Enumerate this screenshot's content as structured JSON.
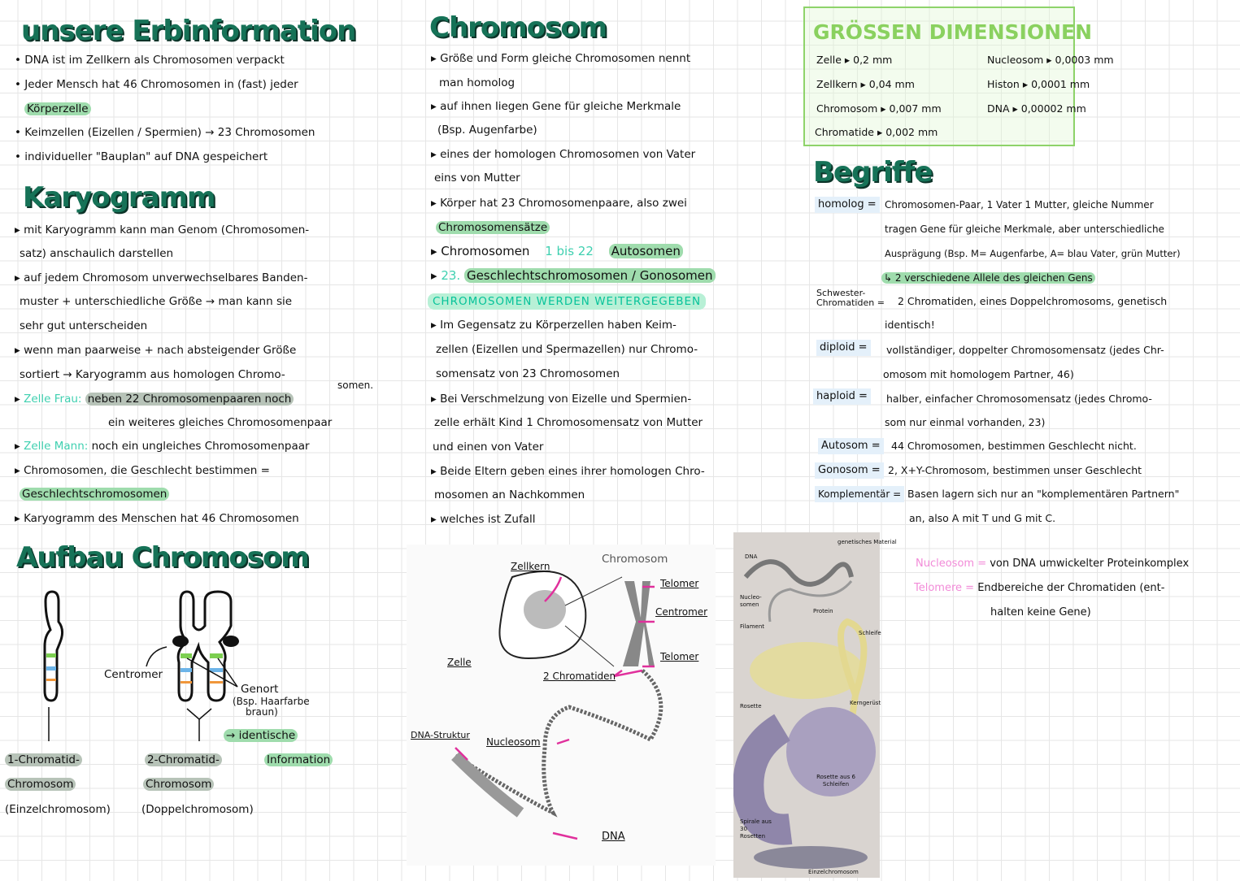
{
  "section1": {
    "title": "unsere Erbinformation",
    "lines": [
      "• DNA ist im Zellkern als Chromosomen verpackt",
      "• Jeder Mensch hat 46 Chromosomen in (fast) jeder",
      "Körperzelle",
      "• Keimzellen (Eizellen / Spermien) → 23 Chromosomen",
      "• individueller \"Bauplan\" auf DNA gespeichert"
    ]
  },
  "section2": {
    "title": "Karyogramm",
    "lines": [
      "▸ mit Karyogramm kann man Genom (Chromosomen-",
      "satz) anschaulich darstellen",
      "▸ auf jedem Chromosom unverwechselbares Banden-",
      "muster + unterschiedliche Größe → man kann sie",
      "sehr gut unterscheiden",
      "▸ wenn man paarweise + nach absteigender Größe",
      "sortiert → Karyogramm aus homologen Chromo-",
      "somen.",
      "▸ ",
      "Zelle Frau:",
      "neben 22 Chromosomenpaaren noch",
      "ein weiteres gleiches Chromosomenpaar",
      "▸ ",
      "Zelle Mann:",
      "noch ein ungleiches Chromosomenpaar",
      "▸ Chromosomen, die Geschlecht bestimmen =",
      "Geschlechtschromosomen",
      "▸ Karyogramm des Menschen hat 46 Chromosomen"
    ]
  },
  "section3": {
    "title": "Aufbau Chromosom",
    "labels": {
      "centromer": "Centromer",
      "genort": "Genort",
      "genort_example_1": "(Bsp. Haarfarbe",
      "genort_example_2": "braun)",
      "identical_1": "→ identische",
      "identical_2": "Information",
      "single_1": "1-Chromatid-",
      "single_2": "Chromosom",
      "single_3": "(Einzelchromosom)",
      "double_1": "2-Chromatid-",
      "double_2": "Chromosom",
      "double_3": "(Doppelchromosom)"
    },
    "band_colors": [
      "#7ccf50",
      "#6cb4e8",
      "#f0963a"
    ]
  },
  "section4": {
    "title": "Chromosom",
    "lines": [
      "▸ Größe und Form gleiche Chromosomen nennt",
      "man homolog",
      "▸ auf ihnen liegen Gene für gleiche Merkmale",
      "(Bsp. Augenfarbe)",
      "▸ eines der homologen Chromosomen von Vater",
      "eins von Mutter",
      "▸ Körper hat 23 Chromosomenpaare, also zwei",
      "Chromosomensätze",
      "▸ Chromosomen",
      "1 bis 22",
      "Autosomen",
      "▸ ",
      "23.",
      "Geschlechtschromosomen / Gonosomen"
    ],
    "subheading": "CHROMOSOMEN WERDEN WEITERGEGEBEN",
    "lines2": [
      "▸ Im Gegensatz zu Körperzellen haben Keim-",
      "zellen (Eizellen und Spermazellen) nur Chromo-",
      "somensatz von 23 Chromosomen",
      "▸ Bei Verschmelzung von Eizelle und Spermien-",
      "zelle erhält Kind 1 Chromosomensatz von Mutter",
      "und einen von Vater",
      "▸ Beide Eltern geben eines ihrer homologen Chro-",
      "mosomen an Nachkommen",
      "▸ welches ist Zufall"
    ]
  },
  "diagram1": {
    "title": "Chromosom",
    "labels": [
      "Zellkern",
      "Telomer",
      "Centromer",
      "Telomer",
      "Zelle",
      "2 Chromatiden",
      "DNA-Struktur",
      "Nucleosom",
      "DNA"
    ]
  },
  "sizes": {
    "title": "GRÖSSEN DIMENSIONEN",
    "items": [
      "Zelle ▸ 0,2 mm",
      "Zellkern ▸ 0,04 mm",
      "Chromosom ▸ 0,007 mm",
      "Chromatide ▸ 0,002 mm",
      "Nucleosom ▸ 0,0003 mm",
      "Histon ▸ 0,0001 mm",
      "DNA ▸ 0,00002 mm"
    ]
  },
  "terms": {
    "title": "Begriffe",
    "items": [
      {
        "term": "homolog =",
        "lines": [
          "Chromosomen-Paar, 1 Vater 1 Mutter, gleiche Nummer",
          "tragen Gene für gleiche Merkmale, aber unterschiedliche",
          "Ausprägung (Bsp. M= Augenfarbe, A= blau Vater, grün Mutter)",
          "↳ 2 verschiedene Allele des gleichen Gens"
        ]
      },
      {
        "term": "Schwester-Chromatiden =",
        "lines": [
          "2 Chromatiden, eines Doppelchromosoms, genetisch",
          "identisch!"
        ]
      },
      {
        "term": "diploid =",
        "lines": [
          "vollständiger, doppelter Chromosomensatz (jedes Chr-",
          "omosom mit homologem Partner, 46)"
        ]
      },
      {
        "term": "haploid =",
        "lines": [
          "halber, einfacher Chromosomensatz (jedes Chromo-",
          "som nur einmal vorhanden, 23)"
        ]
      },
      {
        "term": "Autosom =",
        "lines": [
          "44 Chromosomen, bestimmen Geschlecht nicht."
        ]
      },
      {
        "term": "Gonosom =",
        "lines": [
          "2, X+Y-Chromosom, bestimmen unser Geschlecht"
        ]
      },
      {
        "term": "Komplementär =",
        "lines": [
          "Basen lagern sich nur an \"komplementären Partnern\"",
          "an, also A mit T und G mit C."
        ]
      }
    ]
  },
  "diagram2": {
    "labels": [
      "genetisches Material",
      "DNA",
      "Nucleo-somen",
      "Protein",
      "Filament",
      "Schleife",
      "Rosette",
      "Kerngerüst",
      "Rosette aus 6 Schleifen",
      "Spirale aus 30 Rosetten",
      "Einzelchromosom"
    ]
  },
  "notes": {
    "nucleosom_term": "Nucleosom =",
    "nucleosom_def": "von DNA umwickelter Proteinkomplex",
    "telomere_term": "Telomere =",
    "telomere_def_1": "Endbereiche der Chromatiden (ent-",
    "telomere_def_2": "halten keine Gene)"
  },
  "colors": {
    "heading": "#167257",
    "highlight": "#9fdcad",
    "accent_teal": "#3fd0b0",
    "accent_pink": "#f28bd8",
    "box_border": "#8ed36a"
  }
}
